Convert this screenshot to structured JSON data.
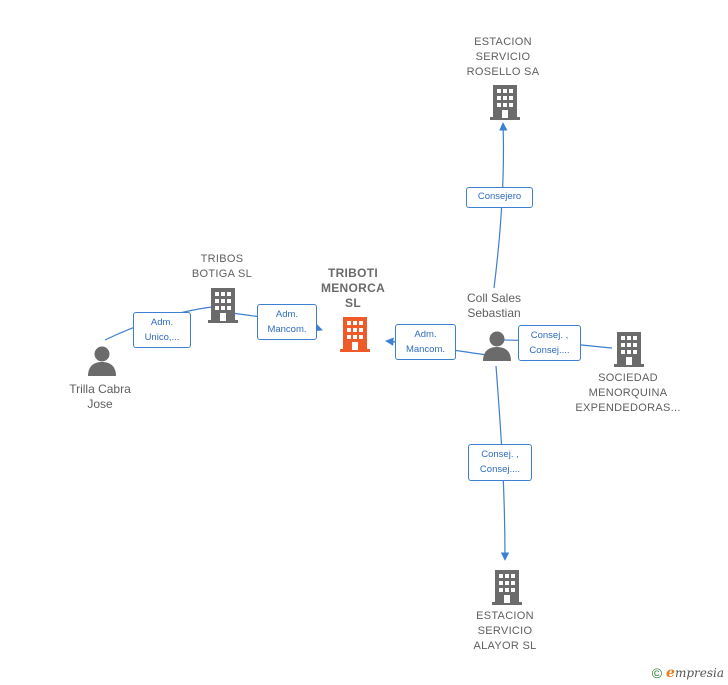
{
  "colors": {
    "edge": "#3d7fd0",
    "company": "#6b6b6b",
    "center_company": "#f05a28",
    "person": "#6b6b6b"
  },
  "nodes": {
    "center": {
      "label": "TRIBOTI\nMENORCA\nSL",
      "icon": "building-icon"
    },
    "tribos_botiga": {
      "label": "TRIBOS\nBOTIGA  SL",
      "icon": "building-icon"
    },
    "trilla_cabra": {
      "label": "Trilla Cabra\nJose",
      "icon": "person-icon"
    },
    "coll_sales": {
      "label": "Coll Sales\nSebastian",
      "icon": "person-icon"
    },
    "estacion_rosello": {
      "label": "ESTACION\nSERVICIO\nROSELLO SA",
      "icon": "building-icon"
    },
    "sociedad_menorquina": {
      "label": "SOCIEDAD\nMENORQUINA\nEXPENDEDORAS...",
      "icon": "building-icon"
    },
    "estacion_alayor": {
      "label": "ESTACION\nSERVICIO\nALAYOR SL",
      "icon": "building-icon"
    }
  },
  "edges": {
    "trilla_to_tribos": "Adm.\nUnico,...",
    "tribos_to_center": "Adm.\nMancom.",
    "coll_to_center": "Adm.\nMancom.",
    "coll_to_rosello": "Consejero",
    "coll_to_sociedad": "Consej. ,\nConsej....",
    "coll_to_alayor": "Consej. ,\nConsej...."
  },
  "footer": {
    "copyright": "©",
    "brand_initial": "e",
    "brand_rest": "mpresia"
  }
}
